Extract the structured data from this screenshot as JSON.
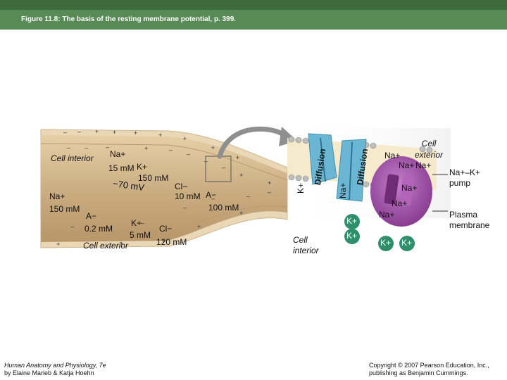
{
  "header": {
    "title": "Figure 11.8: The basis of the resting membrane potential, p. 399."
  },
  "axon": {
    "cell_interior": "Cell interior",
    "na_in": "Na+",
    "na_in_conc": "15 mM",
    "k_in": "K+",
    "k_in_conc": "150 mM",
    "potential": "−70 mV",
    "cl_in": "Cl−",
    "cl_in_conc": "10 mM",
    "a_in": "A−",
    "a_in_conc": "100 mM",
    "na_out": "Na+",
    "na_out_conc": "150 mM",
    "a_out": "A−",
    "a_out_conc": "0.2 mM",
    "k_out": "K+",
    "k_out_conc": "5 mM",
    "cl_out": "Cl−",
    "cl_out_conc": "120 mM",
    "cell_exterior": "Cell exterior"
  },
  "membrane": {
    "k_channel": "K+",
    "diffusion_k": "Diffusion",
    "na_channel": "Na+",
    "diffusion_na": "Diffusion",
    "cell_interior": "Cell interior",
    "cell_exterior": "Cell exterior",
    "na_ions": [
      "Na+",
      "Na+",
      "Na+",
      "Na+",
      "Na+",
      "Na+"
    ],
    "k_ions": [
      "K+",
      "K+",
      "K+",
      "K+"
    ],
    "pump_label": "Na+–K+ pump",
    "plasma_membrane": "Plasma membrane"
  },
  "footer": {
    "book_title": "Human Anatomy and Physiology, 7e",
    "authors": "by Elaine Marieb & Katja Hoehn",
    "copyright": "Copyright © 2007 Pearson Education, Inc.,",
    "publisher": "publishing as Benjamin Cummings."
  },
  "colors": {
    "header_dark": "#3f6a3c",
    "header": "#588a55",
    "axon_fill": "#c9ab80",
    "sheath": "#ebd9ba",
    "membrane_blue": "#6bb7d3",
    "pump_purple": "#9a4da1",
    "k_ion": "#2e8f6a"
  }
}
